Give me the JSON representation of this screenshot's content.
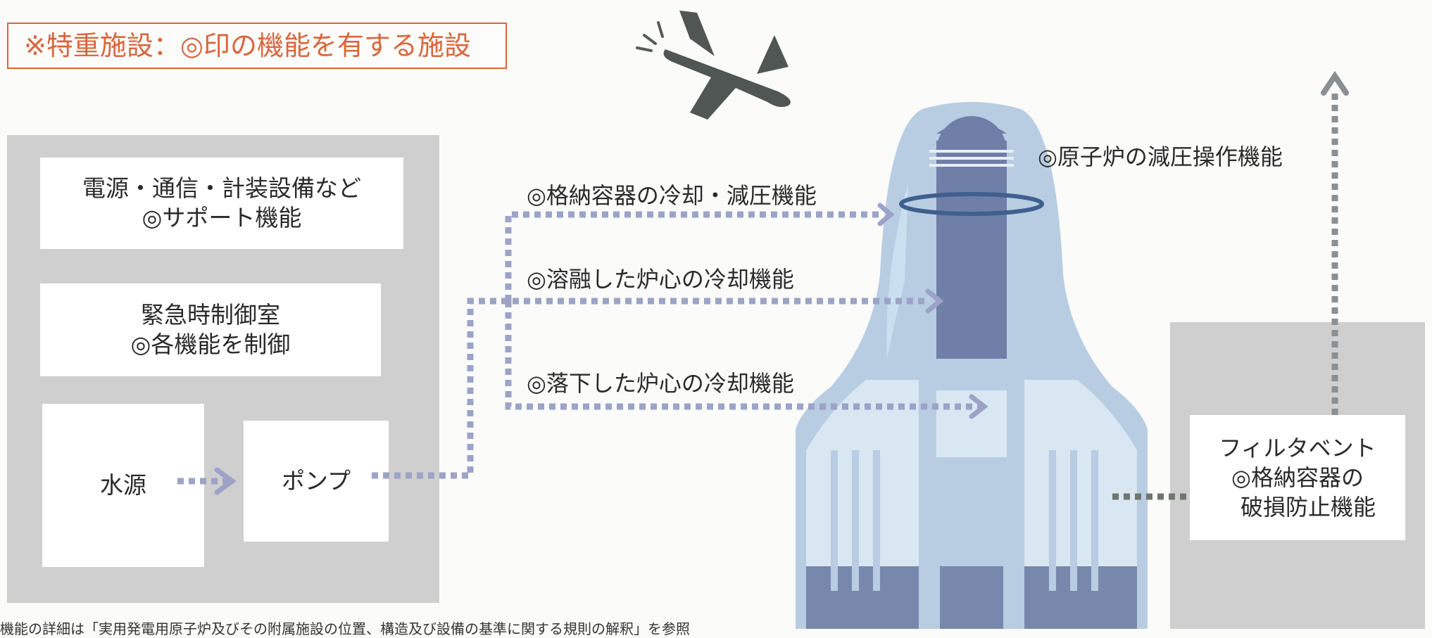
{
  "legend": "※特重施設：◎印の機能を有する施設",
  "boxes": {
    "power": [
      "電源・通信・計装設備など",
      "◎サポート機能"
    ],
    "control": [
      "緊急時制御室",
      "◎各機能を制御"
    ],
    "water": "水源",
    "pump": "ポンプ",
    "vent": [
      "フィルタベント",
      "◎格納容器の",
      "破損防止機能"
    ]
  },
  "functions": {
    "depressurize": "◎原子炉の減圧操作機能",
    "containment_cool": "◎格納容器の冷却・減圧機能",
    "molten_core": "◎溶融した炉心の冷却機能",
    "fallen_core": "◎落下した炉心の冷却機能"
  },
  "footnote": "機能の詳細は「実用発電用原子炉及びその附属施設の位置、構造及び設備の基準に関する規則の解釈」を参照",
  "colors": {
    "accent": "#d9663c",
    "arrow": "#9ca3c7",
    "vessel": "#6f7fa8",
    "building": "#b8cde2"
  }
}
